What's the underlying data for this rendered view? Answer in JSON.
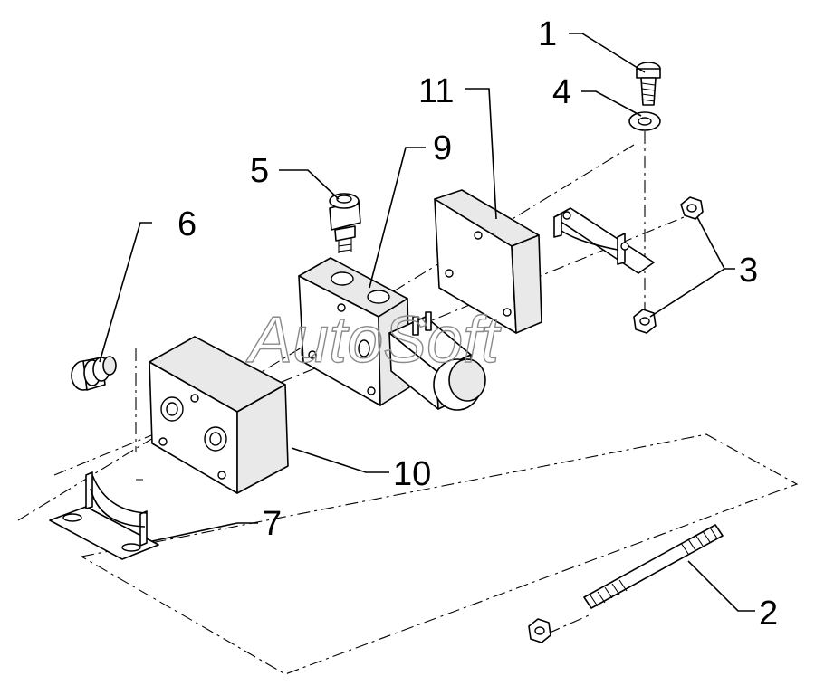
{
  "watermark": "AutoSoft",
  "callouts": {
    "c1": "1",
    "c2": "2",
    "c3": "3",
    "c4": "4",
    "c5": "5",
    "c6": "6",
    "c7": "7",
    "c9": "9",
    "c10": "10",
    "c11": "11"
  }
}
